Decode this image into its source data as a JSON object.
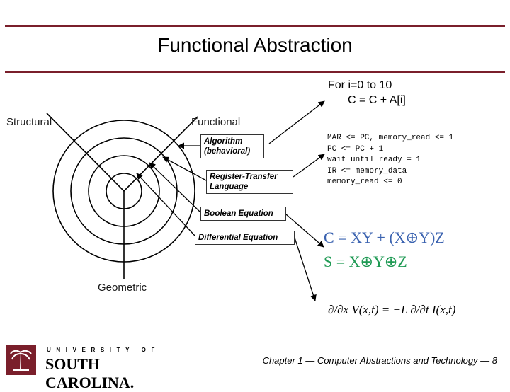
{
  "slide": {
    "title": "Functional Abstraction",
    "for_loop": {
      "line1": "For i=0 to 10",
      "line2": "C = C + A[i]"
    },
    "axes": {
      "structural": "Structural",
      "functional": "Functional",
      "geometric": "Geometric"
    },
    "levels": [
      {
        "line1": "Algorithm",
        "line2": "(behavioral)"
      },
      {
        "line1": "Register-Transfer",
        "line2": "Language"
      },
      {
        "line1": "Boolean Equation",
        "line2": ""
      },
      {
        "line1": "Differential Equation",
        "line2": ""
      }
    ],
    "rtl_code": [
      "MAR <= PC, memory_read <= 1",
      "PC <= PC + 1",
      "wait until ready = 1",
      "IR <= memory_data",
      "memory_read <= 0"
    ],
    "equations": {
      "carry": "C = XY + (X⊕Y)Z",
      "sum": "S = X⊕Y⊕Z",
      "differential": "∂/∂x V(x,t) = −L ∂/∂t I(x,t)"
    },
    "footer": {
      "university_line1": "UNIVERSITY OF",
      "university_line2": "SOUTH CAROLINA.",
      "chapter": "Chapter 1 — Computer Abstractions and Technology — 8"
    }
  }
}
